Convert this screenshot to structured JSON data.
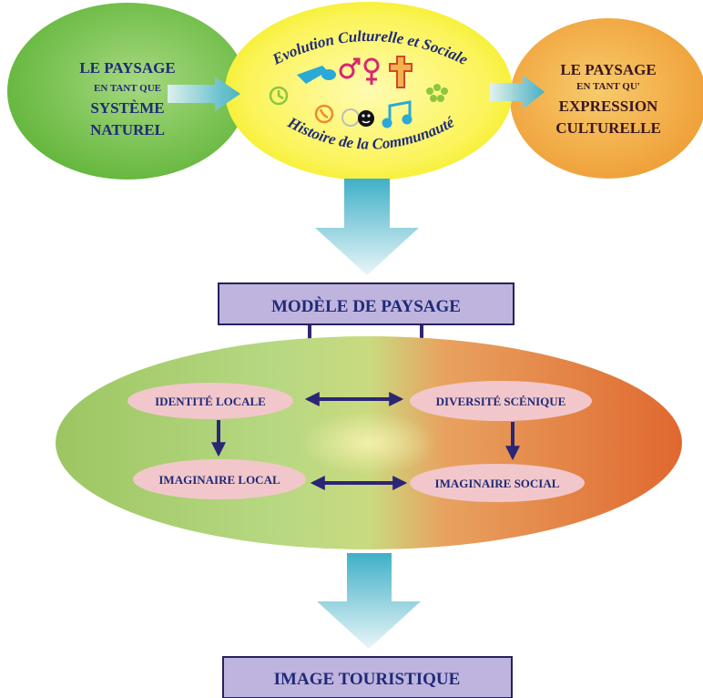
{
  "colors": {
    "green": "#5cb335",
    "green_light": "#a6d87f",
    "yellow": "#f2ec14",
    "yellow_light": "#fffbb0",
    "orange": "#ee9a32",
    "orange_light": "#f8cb6c",
    "text_navy": "#1f2a78",
    "text_dark": "#3a1620",
    "arrow_navy": "#2b2675",
    "box_fill": "#bfb4de",
    "box_stroke": "#26215f",
    "pill_fill": "#f2c7cb",
    "cyan_arrow": "#3fb0c8"
  },
  "top": {
    "left_bubble": {
      "line1": "LE PAYSAGE",
      "line2": "EN TANT QUE",
      "line3": "SYSTÈME",
      "line4": "NATUREL"
    },
    "center_bubble": {
      "arc_top": "Evolution Culturelle et Sociale",
      "arc_bottom": "Histoire de la Communauté",
      "icons": [
        "brush-icon",
        "gender-icon",
        "cross-icon",
        "clock-icon",
        "phone-icon",
        "faces-icon",
        "music-note-icon",
        "flower-icon"
      ]
    },
    "right_bubble": {
      "line1": "LE PAYSAGE",
      "line2": "EN TANT QU'",
      "line3": "EXPRESSION",
      "line4": "CULTURELLE"
    }
  },
  "model_box": {
    "label": "MODÈLE DE PAYSAGE"
  },
  "middle": {
    "identite": "IDENTITÉ LOCALE",
    "diversite": "DIVERSITÉ SCÉNIQUE",
    "imaginaire_local": "IMAGINAIRE LOCAL",
    "imaginaire_social": "IMAGINAIRE SOCIAL"
  },
  "bottom_box": {
    "label": "IMAGE TOURISTIQUE"
  }
}
